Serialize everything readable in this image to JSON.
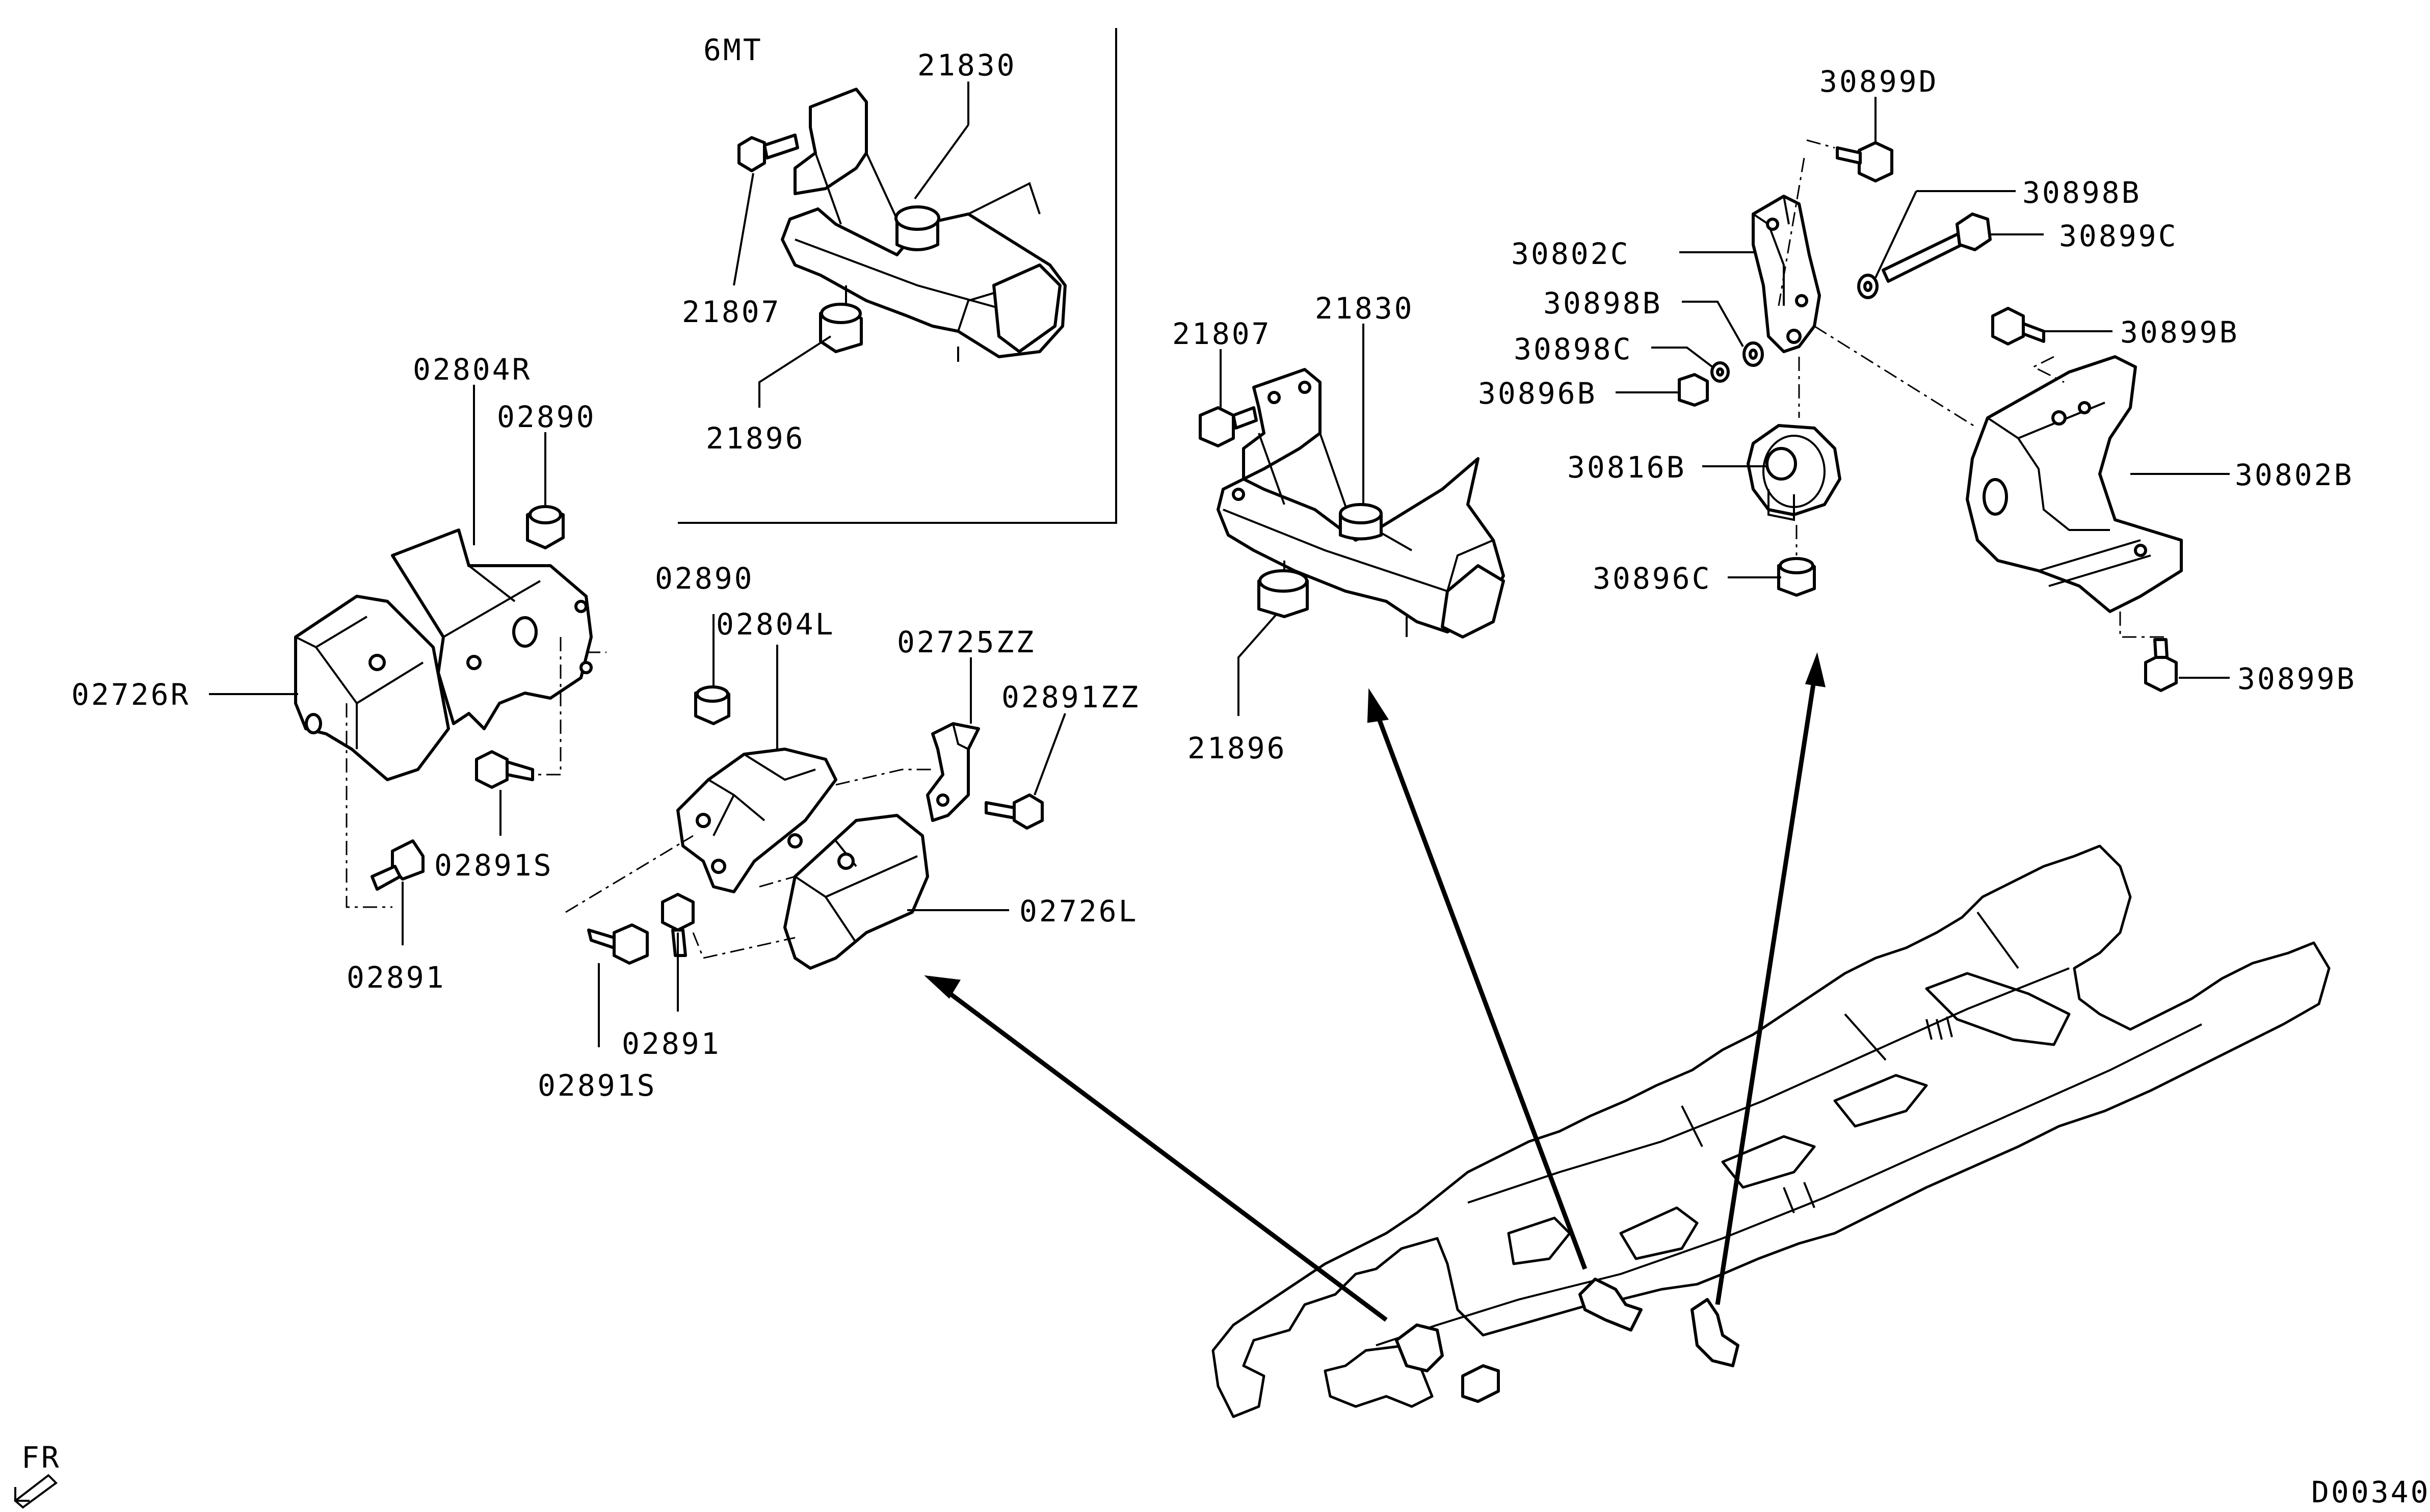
{
  "variant_label": "6MT",
  "labels": {
    "p21830_inset": "21830",
    "p21807_inset": "21807",
    "p21896_inset": "21896",
    "p02804R": "02804R",
    "p02890_r": "02890",
    "p02726R": "02726R",
    "p02891S_r": "02891S",
    "p02891_r": "02891",
    "p02890_l": "02890",
    "p02804L": "02804L",
    "p02725ZZ": "02725ZZ",
    "p02891ZZ": "02891ZZ",
    "p02726L": "02726L",
    "p02891_l": "02891",
    "p02891S_l": "02891S",
    "p21807": "21807",
    "p21830": "21830",
    "p21896": "21896",
    "p30899D": "30899D",
    "p30898B_top": "30898B",
    "p30802C": "30802C",
    "p30899C": "30899C",
    "p30898B": "30898B",
    "p30898C": "30898C",
    "p30896B": "30896B",
    "p30899B_top": "30899B",
    "p30816B": "30816B",
    "p30802B": "30802B",
    "p30896C": "30896C",
    "p30899B_bot": "30899B"
  },
  "direction_label": "FR",
  "diagram_code": "D00340"
}
